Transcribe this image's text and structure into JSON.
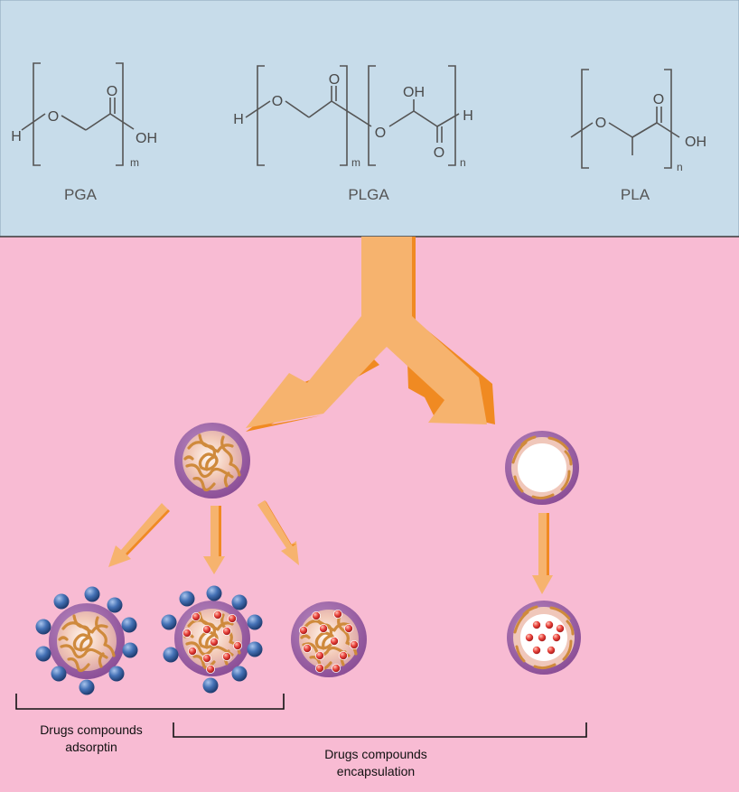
{
  "colors": {
    "top_panel": "#c7dcea",
    "bottom_panel": "#f8bbd3",
    "arrow": "#f6b36e",
    "arrow_shadow": "#f08a22",
    "shell": "#9b5fa3",
    "polymer_core": "#f1d8cd",
    "polymer_chain": "#d08a3c",
    "adsorbed_drug": "#3f66a6",
    "encapsulated_drug": "#e53a3a",
    "bond_line": "#555555"
  },
  "atoms": {
    "h": "H",
    "o": "O",
    "oh": "OH"
  },
  "subscripts": {
    "m": "m",
    "n": "n"
  },
  "polymers": [
    {
      "key": "pga",
      "label": "PGA"
    },
    {
      "key": "plga",
      "label": "PLGA"
    },
    {
      "key": "pla",
      "label": "PLA"
    }
  ],
  "captions": {
    "adsorption": {
      "line1": "Drugs compounds",
      "line2": "adsorptin"
    },
    "encapsulation": {
      "line1": "Drugs compounds",
      "line2": "encapsulation"
    }
  }
}
